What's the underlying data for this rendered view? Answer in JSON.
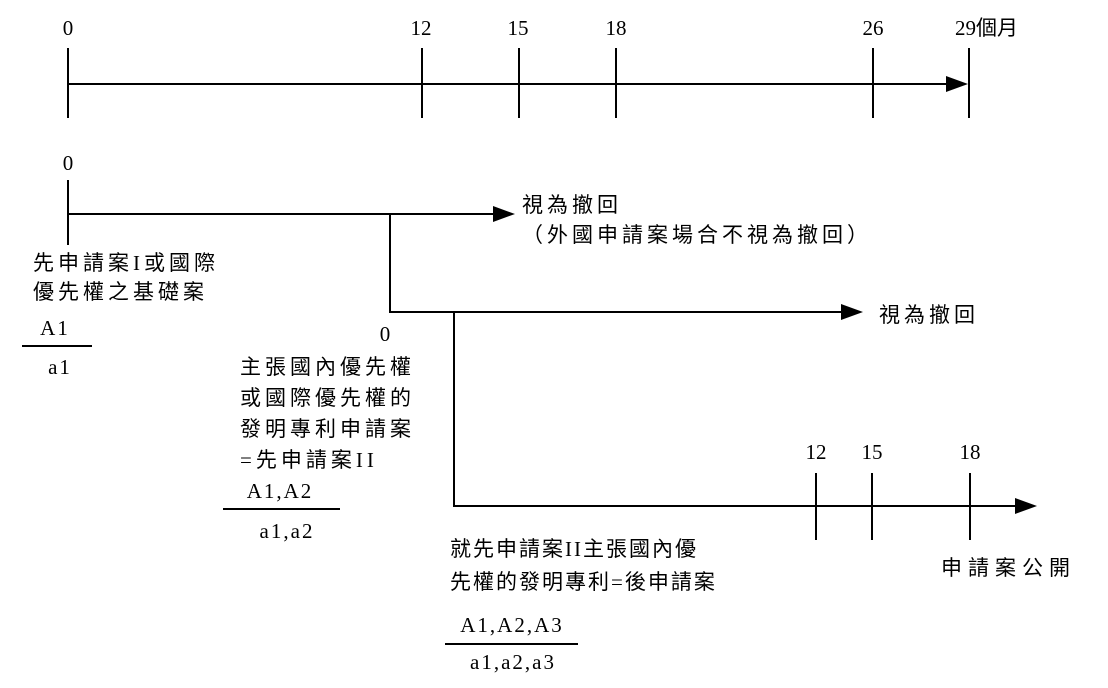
{
  "colors": {
    "background": "#ffffff",
    "ink": "#000000"
  },
  "timeline_top": {
    "tick_labels": [
      "0",
      "12",
      "15",
      "18",
      "26",
      "29個月"
    ]
  },
  "timeline_first_prior_app": {
    "origin_label": "0",
    "outcome_lines": [
      "視為撤回",
      "（外國申請案場合不視為撤回）"
    ]
  },
  "timeline_second_prior_app": {
    "origin_label": "0",
    "outcome_label": "視為撤回"
  },
  "timeline_later_app": {
    "tick_labels": [
      "12",
      "15",
      "18"
    ],
    "outcome_label": "申請案公開"
  },
  "annotations": {
    "first_prior_app": {
      "lines": [
        "先申請案I或國際",
        "優先權之基礎案"
      ],
      "fraction": {
        "numerator": "A1",
        "denominator": "a1"
      }
    },
    "second_prior_app": {
      "lines": [
        "主張國內優先權",
        "或國際優先權的",
        "發明專利申請案",
        "=先申請案II"
      ],
      "fraction": {
        "numerator": "A1,A2",
        "denominator": "a1,a2"
      }
    },
    "later_app": {
      "lines": [
        "就先申請案II主張國內優",
        "先權的發明專利=後申請案"
      ],
      "fraction": {
        "numerator": "A1,A2,A3",
        "denominator": "a1,a2,a3"
      }
    }
  }
}
